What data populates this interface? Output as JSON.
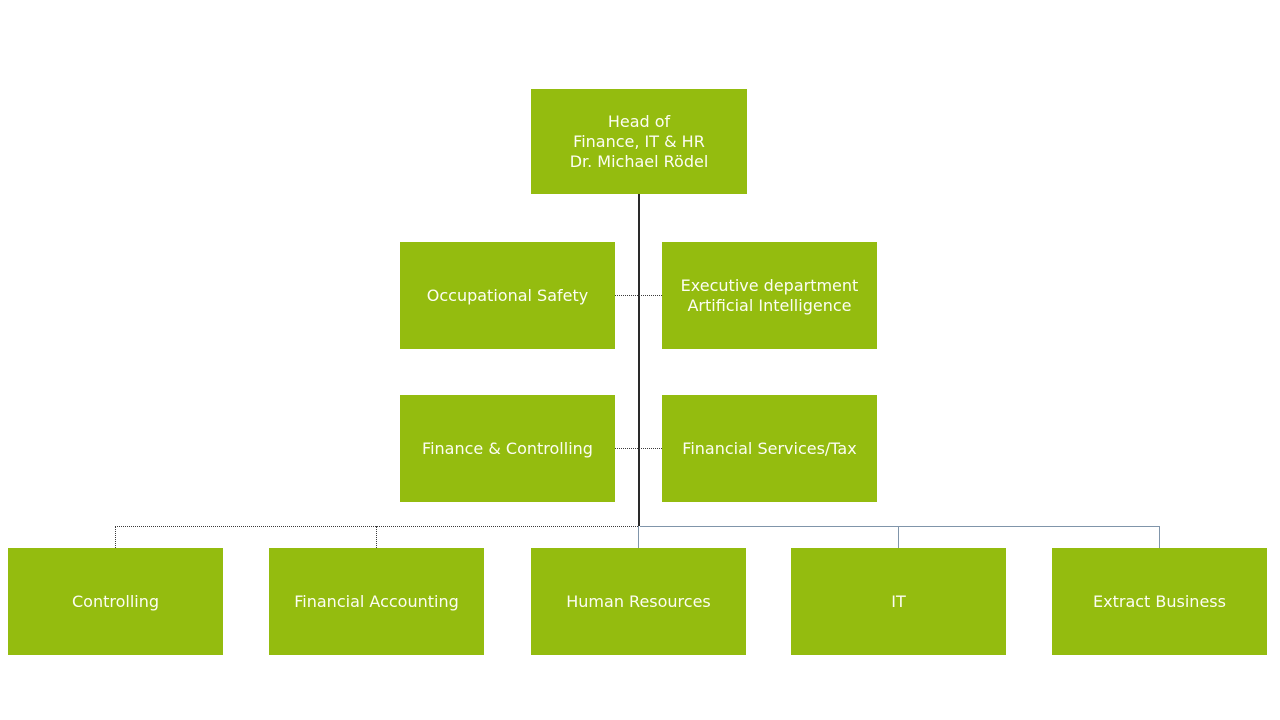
{
  "chart_title": "",
  "colors": {
    "node_fill": "#94bc0f",
    "node_text": "#fcfdf2",
    "trunk_line": "#2a2a2a",
    "dotted_line": "#3c3c3c",
    "branch_line": "#8095aa",
    "background": "#ffffff"
  },
  "nodes": {
    "head": {
      "label": "Head of\nFinance, IT & HR\nDr. Michael Rödel"
    },
    "occupational_safety": {
      "label": "Occupational Safety"
    },
    "executive_ai": {
      "label": "Executive department\nArtificial Intelligence"
    },
    "finance_controlling": {
      "label": "Finance & Controlling"
    },
    "financial_services_tax": {
      "label": "Financial Services/Tax"
    },
    "controlling": {
      "label": "Controlling"
    },
    "financial_accounting": {
      "label": "Financial Accounting"
    },
    "human_resources": {
      "label": "Human Resources"
    },
    "it": {
      "label": "IT"
    },
    "extract_business": {
      "label": "Extract Business"
    }
  },
  "edges": [
    {
      "from": "head",
      "to": "occupational_safety",
      "style": "dotted"
    },
    {
      "from": "head",
      "to": "executive_ai",
      "style": "dotted"
    },
    {
      "from": "head",
      "to": "finance_controlling",
      "style": "dotted"
    },
    {
      "from": "head",
      "to": "financial_services_tax",
      "style": "dotted"
    },
    {
      "from": "head",
      "to": "controlling",
      "style": "dotted"
    },
    {
      "from": "head",
      "to": "financial_accounting",
      "style": "dotted"
    },
    {
      "from": "head",
      "to": "human_resources",
      "style": "solid"
    },
    {
      "from": "head",
      "to": "it",
      "style": "solid"
    },
    {
      "from": "head",
      "to": "extract_business",
      "style": "solid"
    }
  ]
}
